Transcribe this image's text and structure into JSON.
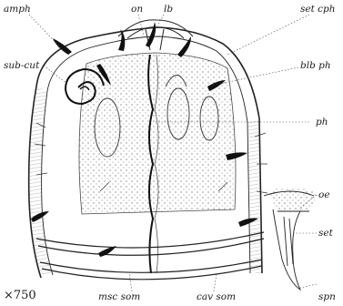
{
  "labels": {
    "amph": "amph",
    "on": "on",
    "lb": "lb",
    "set_cph": "set cph",
    "sub_cut": "sub-cut",
    "blb_ph": "blb ph",
    "ph": "ph",
    "oe": "oe",
    "set": "set",
    "spn": "spn",
    "msc_som": "msc som",
    "cav_som": "cav som"
  },
  "magnification": "×750"
}
